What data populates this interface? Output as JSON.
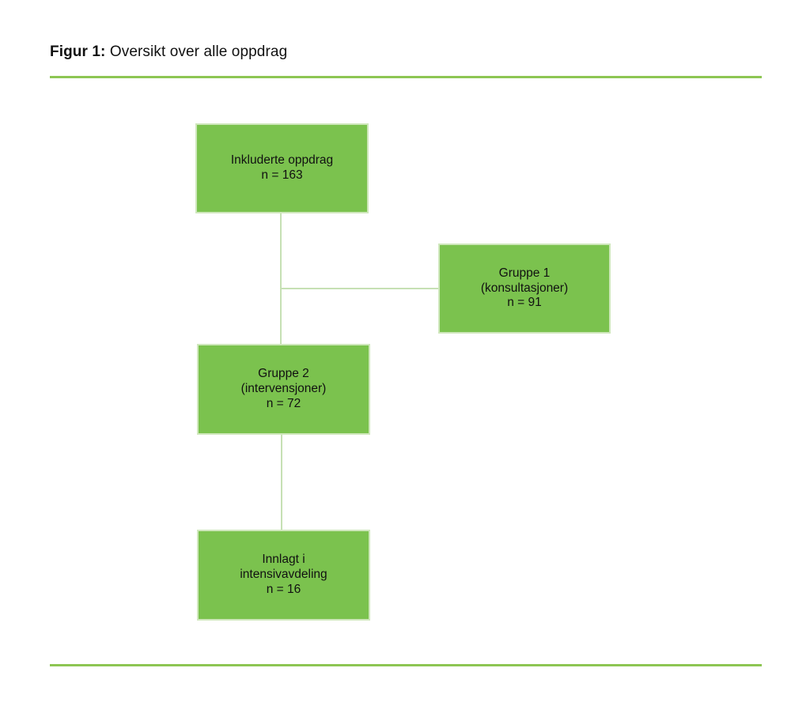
{
  "figure": {
    "title_prefix": "Figur 1:",
    "title_rest": "Oversikt over alle oppdrag"
  },
  "colors": {
    "background": "#FFFFFF",
    "box_fill": "#7BC24E",
    "box_border": "#CFE7BC",
    "connector": "#C6E0B4",
    "rule": "#8DC653",
    "text": "#111111"
  },
  "nodes": [
    {
      "id": "inkluderte-oppdrag",
      "lines": [
        "Inkluderte oppdrag",
        "n = 163"
      ]
    },
    {
      "id": "gruppe-1",
      "lines": [
        "Gruppe 1",
        "(konsultasjoner)",
        "n = 91"
      ]
    },
    {
      "id": "gruppe-2",
      "lines": [
        "Gruppe 2",
        "(intervensjoner)",
        "n = 72"
      ]
    },
    {
      "id": "innlagt-i-intensivavdeling",
      "lines": [
        "Innlagt i",
        "intensivavdeling",
        "n = 16"
      ]
    }
  ]
}
